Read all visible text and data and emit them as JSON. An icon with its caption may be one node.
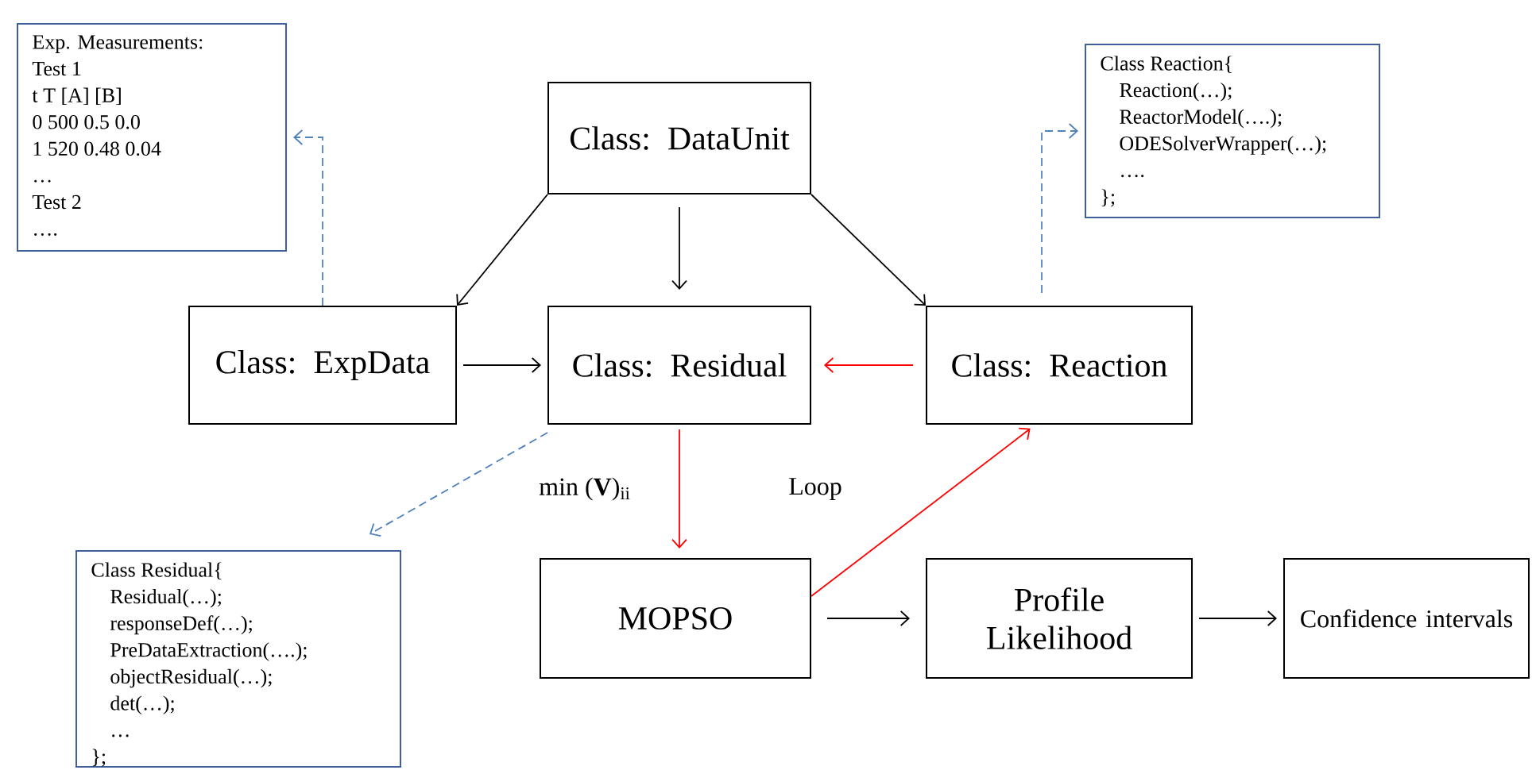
{
  "diagram": {
    "nodes": [
      {
        "text": [
          "Exp. Measurements:",
          "Test 1",
          "t T [A] [B]",
          "0 500 0.5 0.0",
          "1 520 0.48 0.04",
          "…",
          "Test 2",
          "…."
        ]
      },
      {
        "text": [
          "Class Reaction{",
          "Reaction(…);",
          "ReactorModel(….);",
          "ODESolverWrapper(…);",
          "….",
          "};"
        ]
      },
      {
        "text": [
          "Class: DataUnit"
        ]
      },
      {
        "text": [
          "Class: ExpData"
        ]
      },
      {
        "text": [
          "Class: Residual"
        ]
      },
      {
        "text": [
          "Class: Reaction"
        ]
      },
      {
        "text": [
          "Class Residual{",
          "Residual(…);",
          "responseDef(…);",
          "PreDataExtraction(….);",
          "objectResidual(…);",
          "det(…);",
          "…",
          "};"
        ]
      },
      {
        "text": [
          "MOPSO"
        ]
      },
      {
        "text": [
          "Profile Likelihood"
        ]
      },
      {
        "text": [
          "Confidence intervals"
        ]
      }
    ],
    "edges": [
      {
        "from": 2,
        "to": 3,
        "arrow": "to"
      },
      {
        "from": 2,
        "to": 4,
        "arrow": "to"
      },
      {
        "from": 2,
        "to": 5,
        "arrow": "to"
      },
      {
        "from": 3,
        "to": 4,
        "arrow": "to"
      },
      {
        "from": 5,
        "to": 4,
        "arrow": "to",
        "color": "#ff0000"
      },
      {
        "from": 4,
        "to": 7,
        "arrow": "to",
        "color": "#ff0000",
        "label": "min (**V**)$_{ii}$"
      },
      {
        "from": 7,
        "to": 5,
        "arrow": "to",
        "color": "#ff0000",
        "label": "Loop"
      },
      {
        "from": 7,
        "to": 8,
        "arrow": "to"
      },
      {
        "from": 8,
        "to": 9,
        "arrow": "to"
      },
      {
        "from": 3,
        "to": 0,
        "arrow": "to",
        "style": "dashed",
        "color": "#4f81bd"
      },
      {
        "from": 5,
        "to": 1,
        "arrow": "to",
        "style": "dashed",
        "color": "#4f81bd"
      },
      {
        "from": 4,
        "to": 6,
        "arrow": "to",
        "style": "dashed",
        "color": "#4f81bd"
      }
    ]
  }
}
